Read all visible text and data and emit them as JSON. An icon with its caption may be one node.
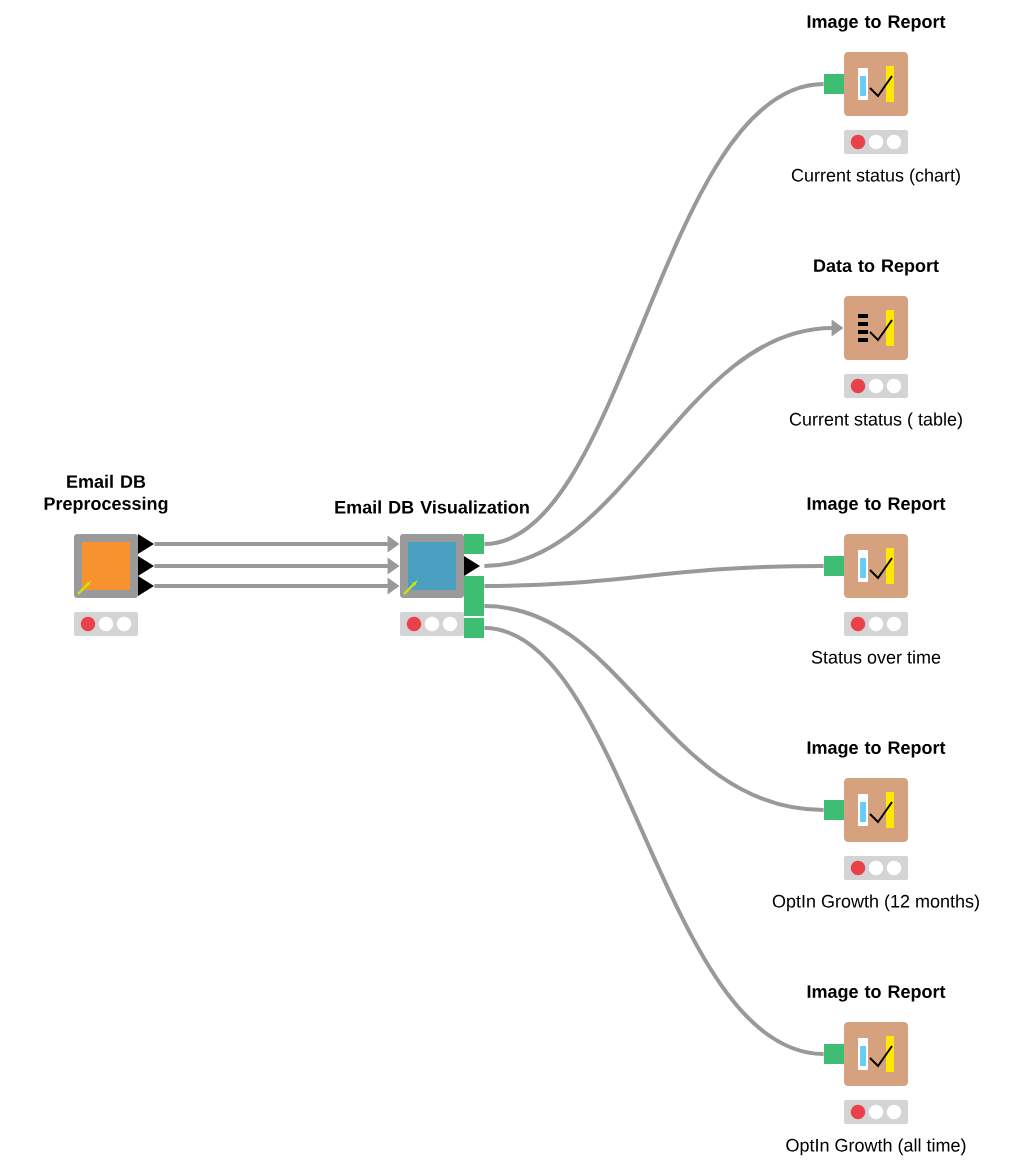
{
  "diagram": {
    "nodes": [
      {
        "text": [
          "Email DB Preprocessing"
        ]
      },
      {
        "text": [
          "Email DB Visualization"
        ]
      },
      {
        "text": [
          "Image to Report"
        ],
        "beside": [
          "Current status (chart)"
        ]
      },
      {
        "text": [
          "Data to Report"
        ],
        "beside": [
          "Current status ( table)"
        ]
      },
      {
        "text": [
          "Image to Report"
        ],
        "beside": [
          "Status over time"
        ]
      },
      {
        "text": [
          "Image to Report"
        ],
        "beside": [
          "OptIn Growth (12 months)"
        ]
      },
      {
        "text": [
          "Image to Report"
        ],
        "beside": [
          "OptIn Growth (all time)"
        ]
      }
    ],
    "edges": [
      {
        "from": 0,
        "to": 1,
        "arrow": "to"
      },
      {
        "from": 0,
        "to": 1,
        "arrow": "to"
      },
      {
        "from": 0,
        "to": 1,
        "arrow": "to"
      },
      {
        "from": 1,
        "to": 2,
        "arrow": "none"
      },
      {
        "from": 1,
        "to": 3,
        "arrow": "to"
      },
      {
        "from": 1,
        "to": 4,
        "arrow": "none"
      },
      {
        "from": 1,
        "to": 5,
        "arrow": "none"
      },
      {
        "from": 1,
        "to": 6,
        "arrow": "none"
      }
    ]
  }
}
